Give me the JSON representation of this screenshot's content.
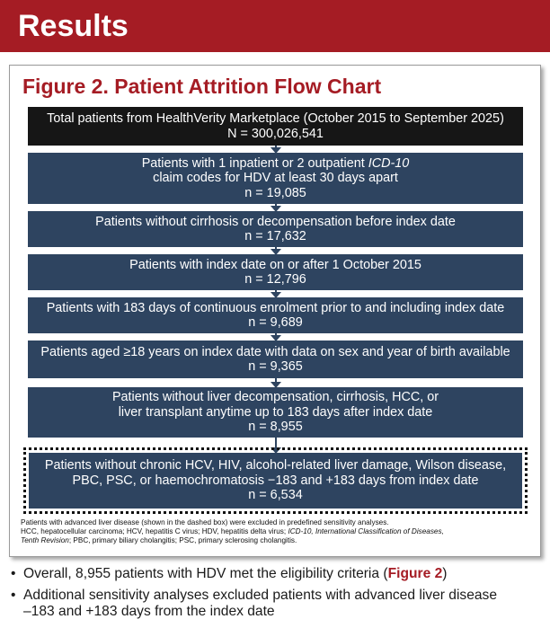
{
  "header": {
    "title": "Results"
  },
  "figure": {
    "title": "Figure 2. Patient Attrition Flow Chart",
    "boxes": [
      {
        "lines": [
          "Total patients from HealthVerity Marketplace (October 2015 to September 2025)",
          "N = 300,026,541"
        ]
      },
      {
        "line1_pre": "Patients with 1 inpatient or 2 outpatient ",
        "line1_em": "ICD-10",
        "line2": "claim codes for HDV at least 30 days apart",
        "line3": "n = 19,085"
      },
      {
        "lines": [
          "Patients without cirrhosis or decompensation before index date",
          "n = 17,632"
        ]
      },
      {
        "lines": [
          "Patients with index date on or after 1 October 2015",
          "n = 12,796"
        ]
      },
      {
        "lines": [
          "Patients with 183 days of continuous enrolment prior to and including index date",
          "n = 9,689"
        ]
      },
      {
        "lines": [
          "Patients aged ≥18 years on index date with data on sex and year of birth available",
          "n = 9,365"
        ]
      },
      {
        "lines": [
          "Patients without liver decompensation, cirrhosis, HCC, or",
          "liver transplant anytime up to 183 days after index date",
          "n = 8,955"
        ]
      },
      {
        "lines": [
          "Patients without chronic HCV, HIV, alcohol-related liver damage, Wilson disease,",
          "PBC, PSC, or haemochromatosis −183 and +183 days from index date",
          "n = 6,534"
        ]
      }
    ],
    "footnote": {
      "line1": "Patients with advanced liver disease (shown in the dashed box) were excluded in predefined sensitivity analyses.",
      "line2_pre": "HCC, hepatocellular carcinoma; HCV, hepatitis C virus; HDV, hepatitis delta virus; ",
      "line2_em": "ICD-10, International Classification of Diseases,",
      "line3_em": "Tenth Revision",
      "line3_post": "; PBC, primary biliary cholangitis; PSC, primary sclerosing cholangitis."
    }
  },
  "bullets": {
    "b1_pre": "Overall, 8,955 patients with HDV met the eligibility criteria (",
    "b1_ref": "Figure 2",
    "b1_post": ")",
    "b2_line1": "Additional sensitivity analyses excluded patients with advanced liver disease",
    "b2_line2": "–183 and +183 days from the index date",
    "bullet_char": "•"
  },
  "colors": {
    "header_red": "#a51c24",
    "box_navy": "#2e4460",
    "box_black": "#161616"
  }
}
